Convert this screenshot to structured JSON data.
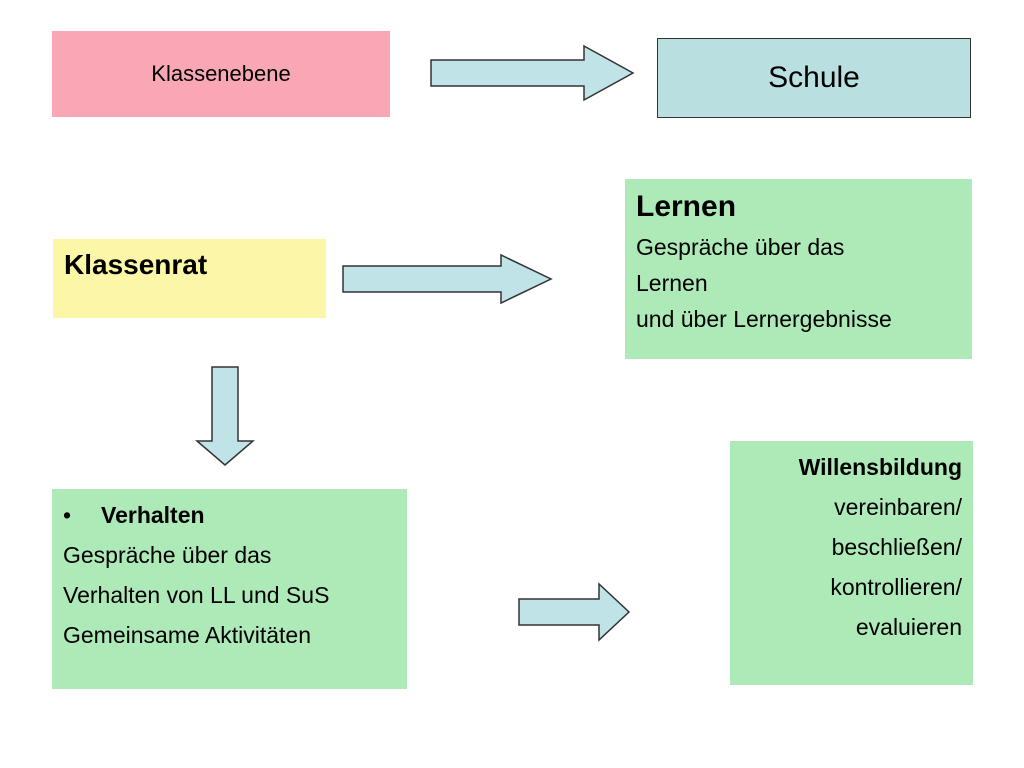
{
  "boxes": {
    "klassenebene": {
      "label": "Klassenebene"
    },
    "schule": {
      "label": "Schule"
    },
    "klassenrat": {
      "label": "Klassenrat"
    },
    "lernen": {
      "title": "Lernen",
      "lines": [
        "Gespräche über das",
        "Lernen",
        "und über  Lernergebnisse"
      ]
    },
    "verhalten": {
      "bullet_symbol": "•",
      "bullet_title": "Verhalten",
      "lines": [
        "Gespräche über das",
        "Verhalten von LL und SuS",
        "Gemeinsame Aktivitäten"
      ]
    },
    "willensbildung": {
      "title": "Willensbildung",
      "lines": [
        "vereinbaren/",
        "beschließen/",
        "kontrollieren/",
        "evaluieren"
      ]
    }
  },
  "colors": {
    "pink": "#f9a7b4",
    "blue": "#b9dfe1",
    "yellow": "#fbf7a6",
    "green": "#aeeab8",
    "arrow_fill": "#bfe3e6"
  }
}
